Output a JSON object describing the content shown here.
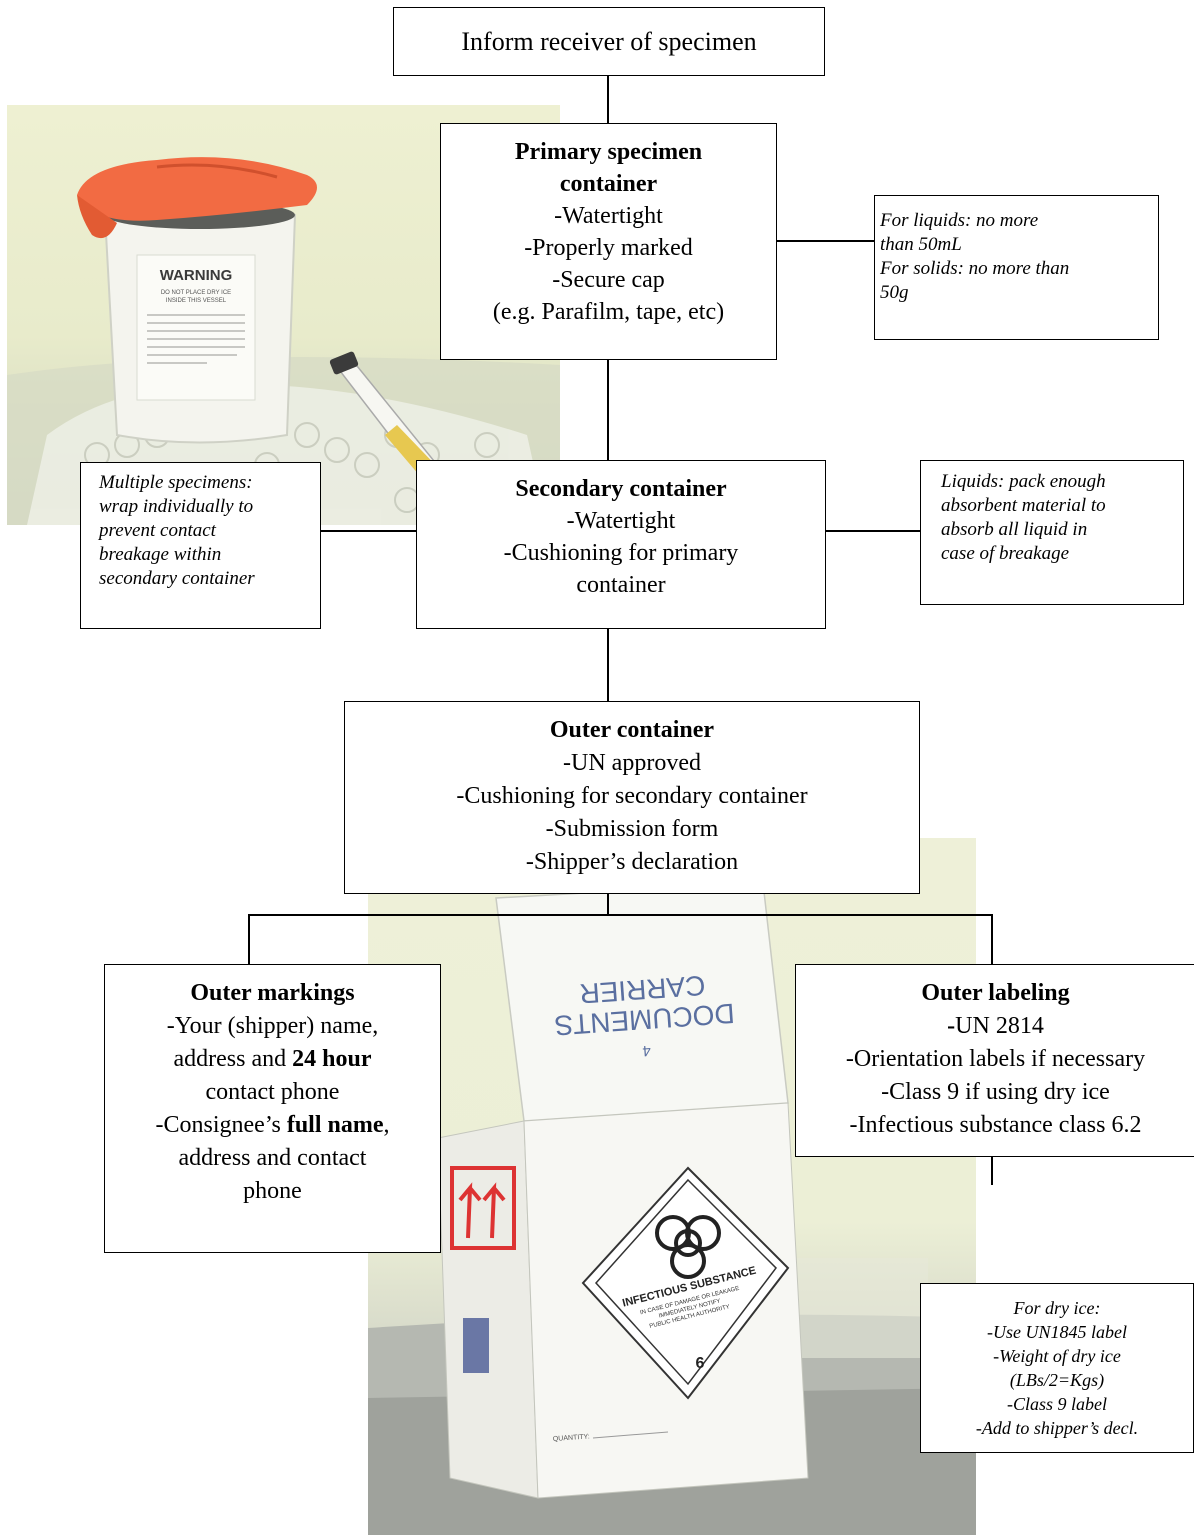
{
  "top": {
    "title": "Inform receiver of specimen"
  },
  "primary": {
    "title_line1": "Primary specimen",
    "title_line2": "container",
    "items": [
      "-Watertight",
      "-Properly marked",
      "-Secure cap",
      "(e.g. Parafilm, tape, etc)"
    ]
  },
  "primary_note": {
    "lines": [
      "For liquids: no more",
      "than 50mL",
      "For solids: no more than",
      "50g"
    ]
  },
  "secondary": {
    "title": "Secondary container",
    "items": [
      "-Watertight",
      "-Cushioning for primary",
      "container"
    ]
  },
  "secondary_note_left": {
    "lines": [
      "Multiple specimens:",
      "wrap individually to",
      "prevent contact",
      "breakage within",
      "secondary container"
    ]
  },
  "secondary_note_right": {
    "lines": [
      "Liquids: pack enough",
      "absorbent material to",
      "absorb all liquid in",
      "case of breakage"
    ]
  },
  "outer": {
    "title": "Outer container",
    "items": [
      "-UN approved",
      "-Cushioning for secondary container",
      "-Submission form",
      "-Shipper’s declaration"
    ]
  },
  "markings": {
    "title": "Outer markings",
    "line1": "-Your (shipper) name,",
    "line2_pre": "address and ",
    "line2_bold": "24 hour",
    "line3": "contact phone",
    "line4_pre": "-Consignee’s ",
    "line4_bold": "full name",
    "line4_post": ",",
    "line5": "address and contact",
    "line6": "phone"
  },
  "labeling": {
    "title": "Outer labeling",
    "bold_dash": "-",
    "first_item": "UN 2814",
    "items": [
      "-Orientation labels if necessary",
      "-Class 9 if using dry ice",
      "-Infectious substance class 6.2"
    ]
  },
  "dry_ice_note": {
    "lines": [
      "For dry ice:",
      "-Use UN1845 label",
      "-Weight of dry ice",
      "(LBs/2=Kgs)",
      "-Class 9 label",
      "-Add to shipper’s decl."
    ]
  },
  "photo_jar": {
    "label_title": "WARNING",
    "label_sub": [
      "DO NOT PLACE DRY ICE",
      "INSIDE THIS VESSEL"
    ]
  },
  "photo_box": {
    "flap_text": [
      "CARRIER",
      "DOCUMENTS",
      "4"
    ],
    "diamond_title": "INFECTIOUS SUBSTANCE",
    "diamond_lines": [
      "IN CASE OF DAMAGE OR LEAKAGE",
      "IMMEDIATELY NOTIFY",
      "PUBLIC HEALTH AUTHORITY"
    ],
    "diamond_class": "6",
    "quantity_label": "QUANTITY:"
  },
  "colors": {
    "line": "#000000",
    "box_border": "#000000",
    "cap_orange": "#f26b43",
    "photo_bg": "#eef0d2"
  }
}
